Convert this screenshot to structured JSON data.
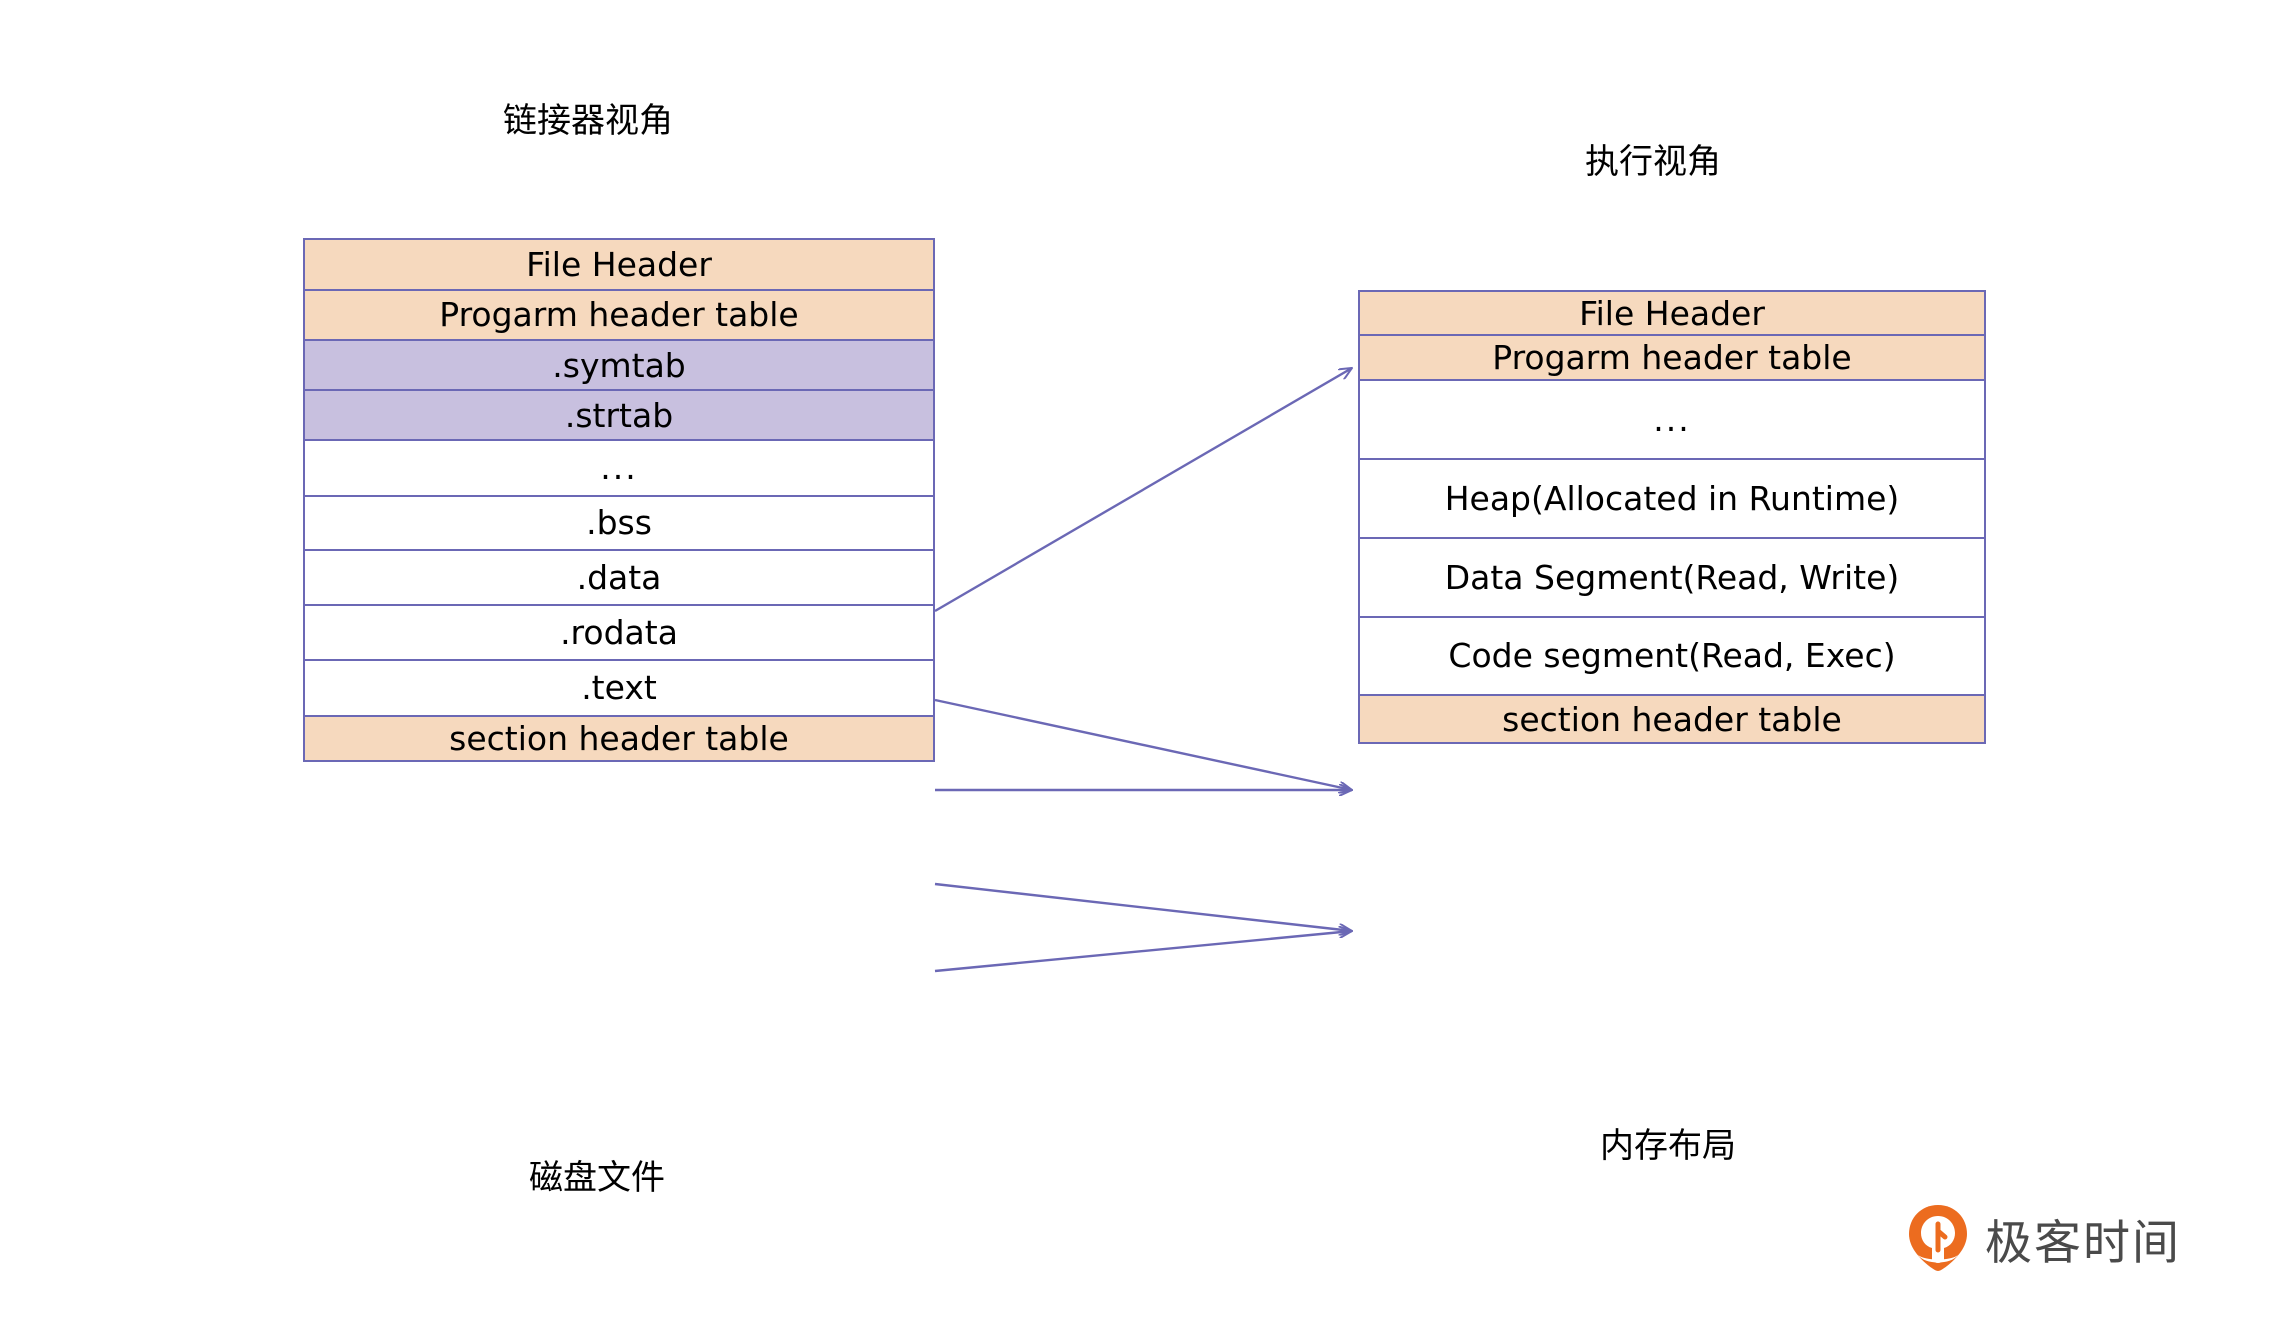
{
  "diagram": {
    "left_panel": {
      "title": "链接器视角",
      "footer": "磁盘文件",
      "rows": [
        {
          "label": "File Header",
          "fill": "peach"
        },
        {
          "label": "Progarm header table",
          "fill": "peach"
        },
        {
          "label": ".symtab",
          "fill": "purple"
        },
        {
          "label": ".strtab",
          "fill": "purple"
        },
        {
          "label": "...",
          "fill": "white"
        },
        {
          "label": ".bss",
          "fill": "white"
        },
        {
          "label": ".data",
          "fill": "white"
        },
        {
          "label": ".rodata",
          "fill": "white"
        },
        {
          "label": ".text",
          "fill": "white"
        },
        {
          "label": "section header table",
          "fill": "peach"
        }
      ]
    },
    "right_panel": {
      "title": "执行视角",
      "footer": "内存布局",
      "rows": [
        {
          "label": "File Header",
          "fill": "peach"
        },
        {
          "label": "Progarm header table",
          "fill": "peach"
        },
        {
          "label": "...",
          "fill": "white"
        },
        {
          "label": "Heap(Allocated in Runtime)",
          "fill": "white"
        },
        {
          "label": "Data Segment(Read, Write)",
          "fill": "white"
        },
        {
          "label": "Code segment(Read, Exec)",
          "fill": "white"
        },
        {
          "label": "section header table",
          "fill": "peach"
        }
      ]
    },
    "mappings": [
      {
        "from": "...",
        "to": "..."
      },
      {
        "from": ".bss",
        "to": "Data Segment(Read, Write)"
      },
      {
        "from": ".data",
        "to": "Data Segment(Read, Write)"
      },
      {
        "from": ".rodata",
        "to": "Code segment(Read, Exec)"
      },
      {
        "from": ".text",
        "to": "Code segment(Read, Exec)"
      }
    ],
    "colors": {
      "border": "#6b68b5",
      "peach": "#f6d9be",
      "purple": "#c8c0df",
      "arrow": "#6b68b5",
      "brand_orange": "#ec6c1f",
      "brand_gray": "#4a4a4a"
    }
  },
  "brand": {
    "name": "极客时间",
    "mark": "geektime-logo-icon"
  }
}
